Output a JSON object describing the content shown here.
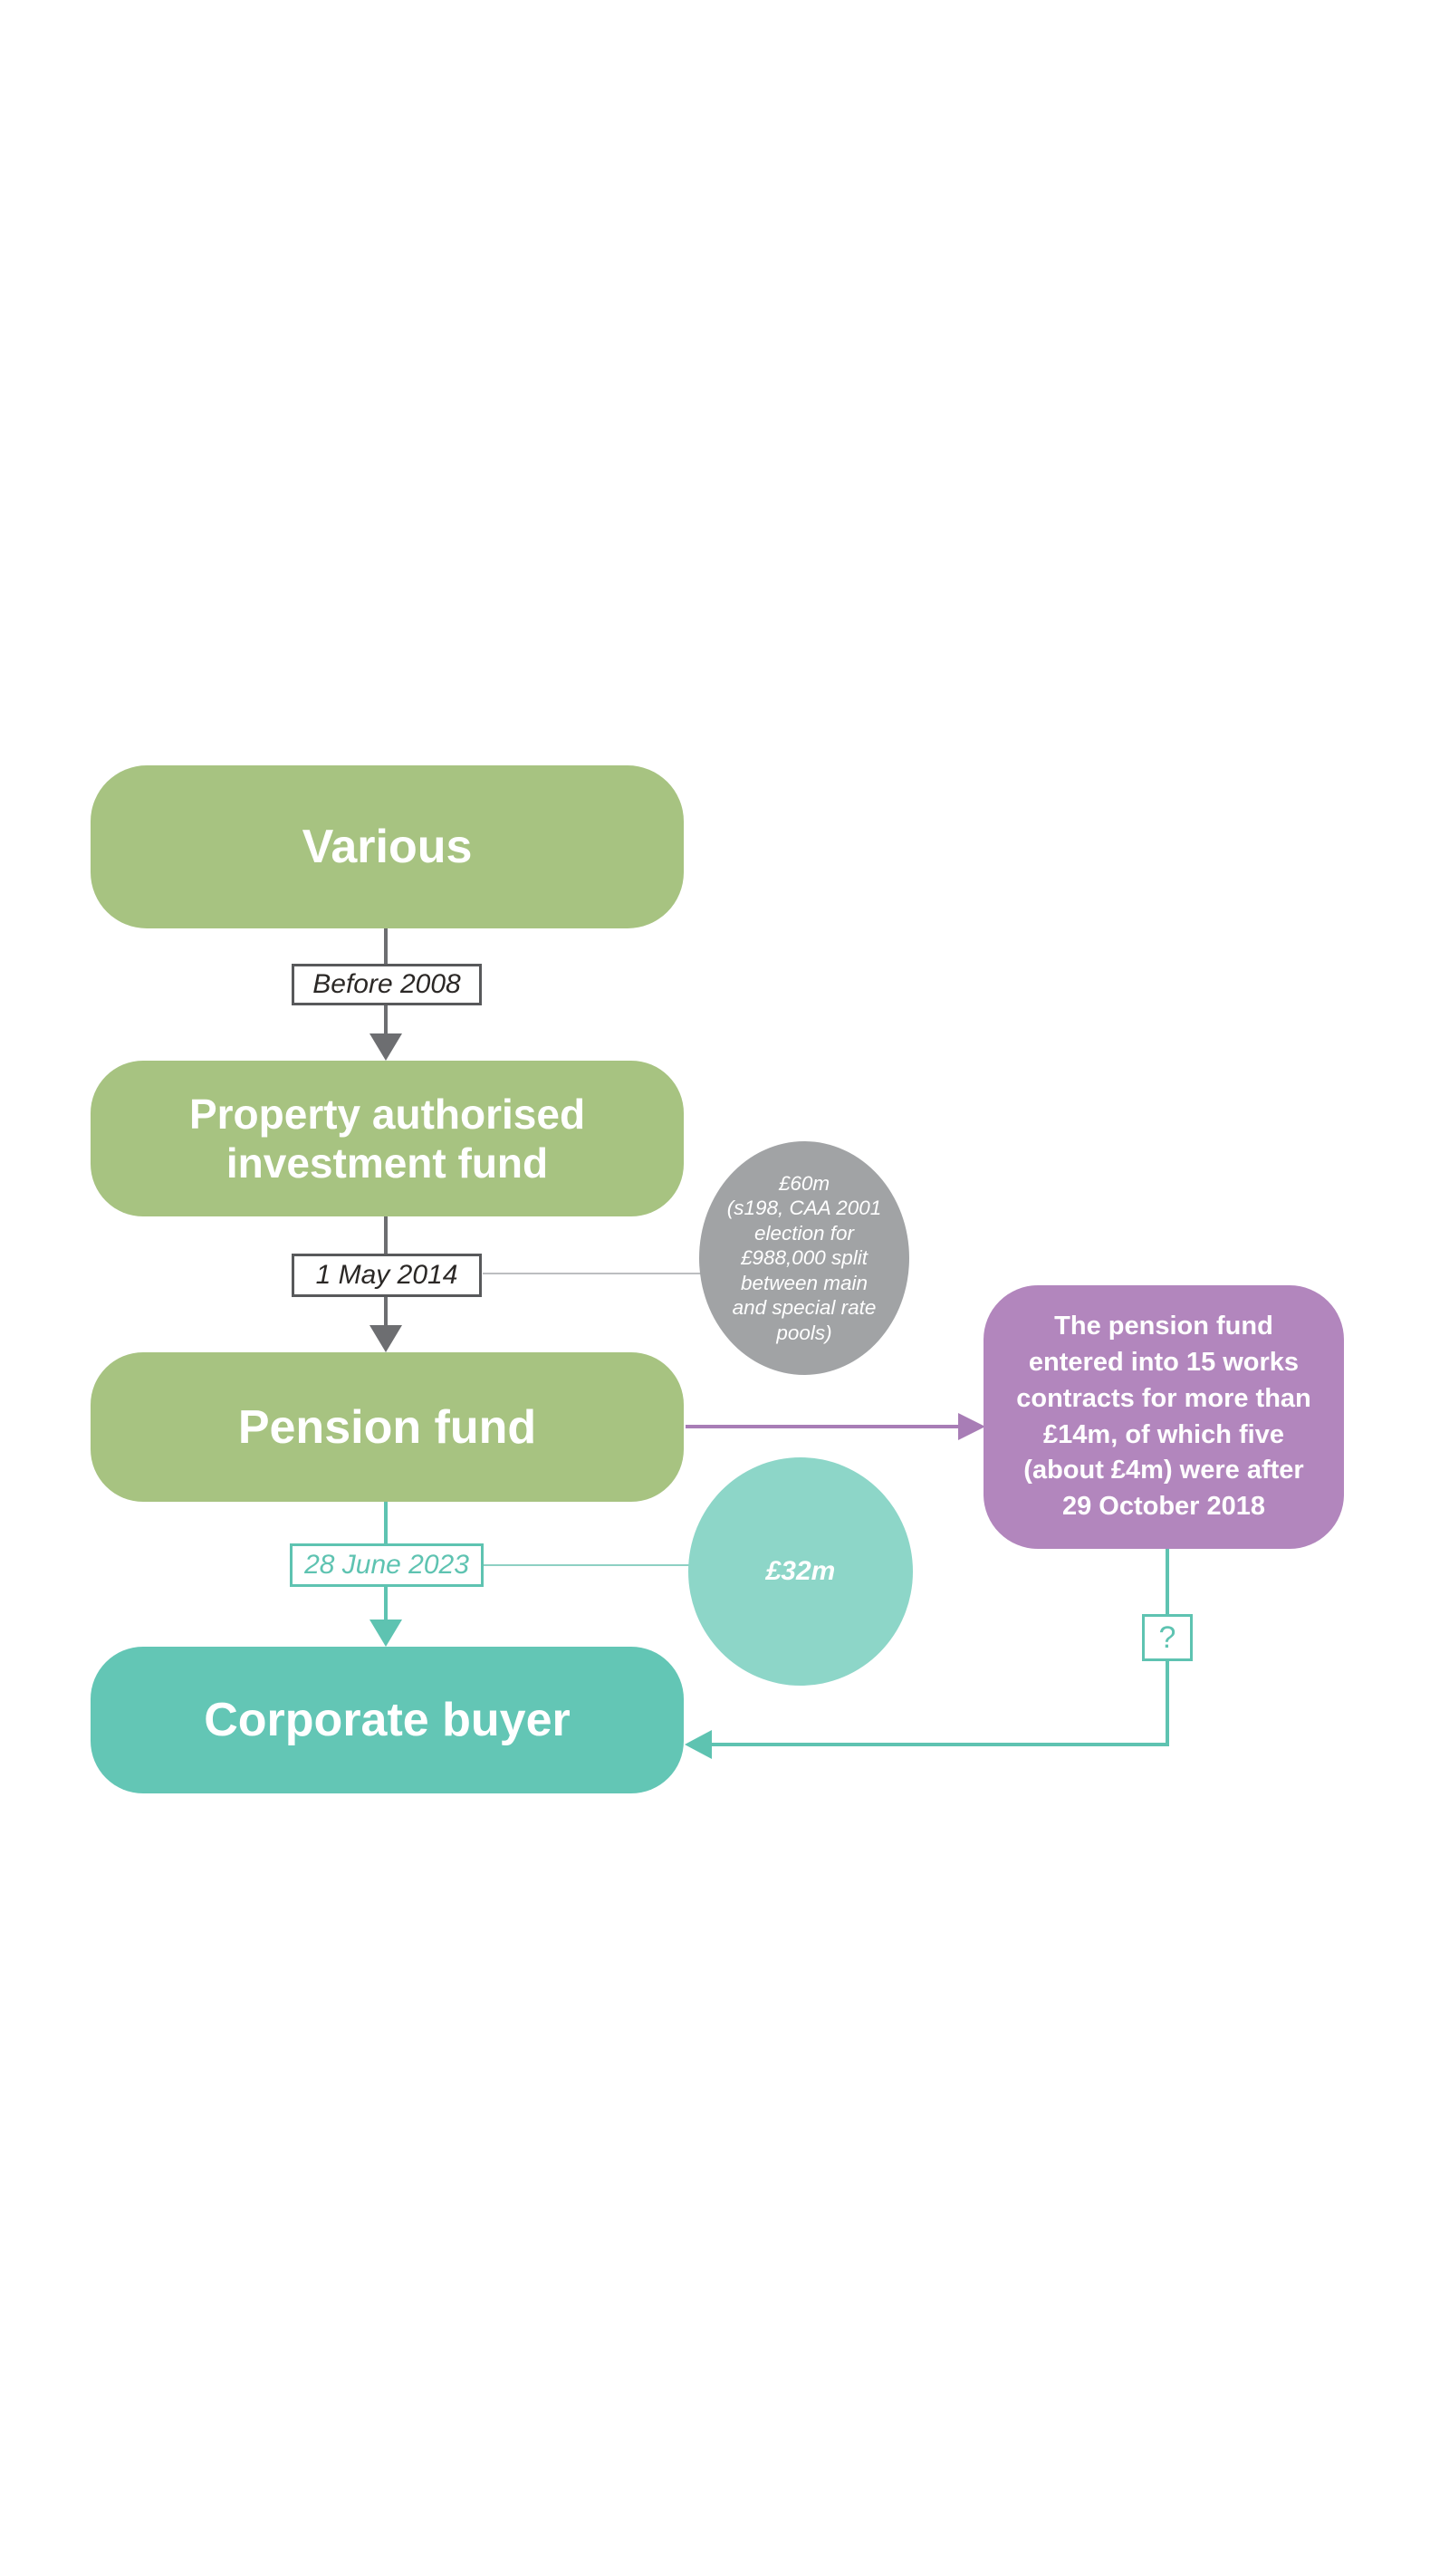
{
  "colors": {
    "node_green": "#a7c381",
    "node_teal": "#63c6b5",
    "circle_teal_light": "#8dd6c8",
    "note_purple": "#b286bd",
    "circle_gray": "#a1a3a5",
    "line_dark": "#6d6e71",
    "line_teal": "#5ec3b1",
    "line_purple": "#a87db6",
    "text_white": "#ffffff",
    "label_text_dark": "#2b2826"
  },
  "nodes": {
    "various": {
      "label": "Various"
    },
    "paif": {
      "label": "Property authorised\ninvestment fund"
    },
    "pension_fund": {
      "label": "Pension fund"
    },
    "corporate_buyer": {
      "label": "Corporate buyer"
    }
  },
  "notes": {
    "election_circle": {
      "text": "£60m\n(s198, CAA 2001\nelection for\n£988,000 split\nbetween main\nand special rate\npools)"
    },
    "price_circle": {
      "label": "£32m"
    },
    "works_contracts": {
      "text": "The pension fund\nentered into 15 works\ncontracts for more than\n£14m, of which five\n(about £4m) were after\n29 October 2018"
    }
  },
  "edge_labels": {
    "before_2008": "Before 2008",
    "may_2014": "1 May 2014",
    "june_2023": "28 June 2023",
    "unknown_date": "?"
  }
}
